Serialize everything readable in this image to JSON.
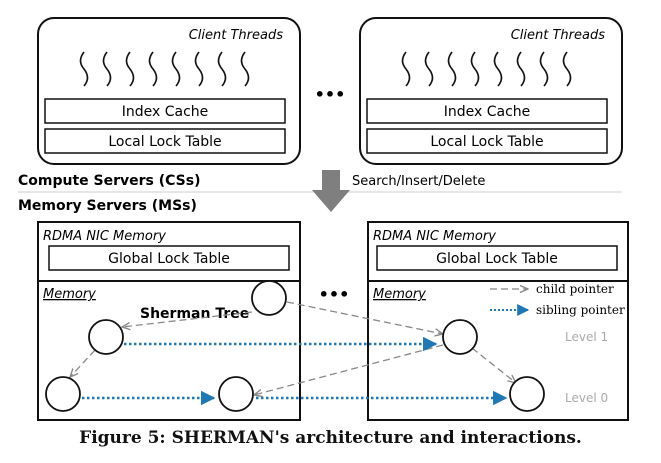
{
  "client_threads_label": "Client Threads",
  "index_cache_label": "Index Cache",
  "local_lock_table_label": "Local Lock Table",
  "ellipsis": "•••",
  "compute_servers_label": "Compute Servers (CSs)",
  "memory_servers_label": "Memory Servers (MSs)",
  "operations_label": "Search/Insert/Delete",
  "rdma_nic_memory_label": "RDMA NIC Memory",
  "global_lock_table_label": "Global Lock Table",
  "memory_label": "Memory",
  "tree_label": "Sherman Tree",
  "legend": {
    "child_pointer": "child pointer",
    "sibling_pointer": "sibling pointer"
  },
  "level_labels": {
    "level1": "Level 1",
    "level0": "Level 0"
  },
  "caption": "Figure 5: SHERMAN's architecture and interactions.",
  "colors": {
    "sibling_pointer": "#1f77b4",
    "child_pointer": "#888888",
    "arrow": "#7f7f7f",
    "level_text": "#aaaaaa"
  }
}
